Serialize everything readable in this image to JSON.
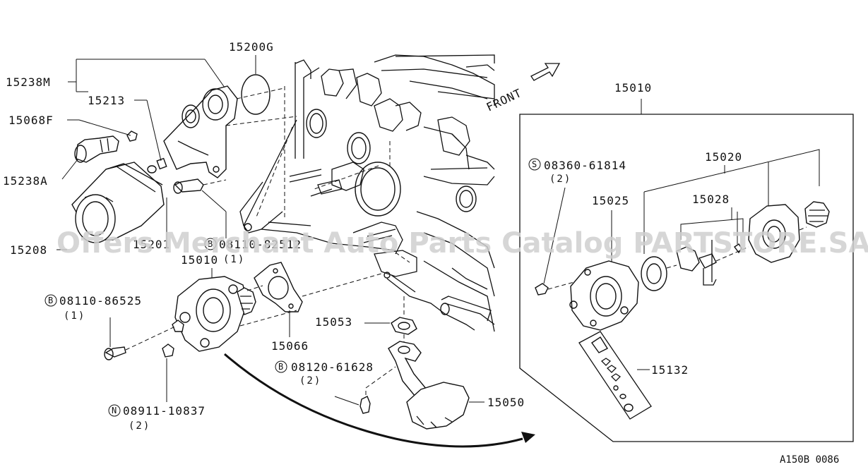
{
  "labels": {
    "p15200G": "15200G",
    "p15238M": "15238M",
    "p15213": "15213",
    "p15068F": "15068F",
    "p15238A": "15238A",
    "p15208": "15208",
    "p15201": "15201",
    "bolt08110_partial": "08110-82512",
    "bolt08110_partial_qty": "(1)",
    "p15010_left": "15010",
    "bolt08110": "08110-86525",
    "bolt08110_qty": "(1)",
    "p15066": "15066",
    "p15053": "15053",
    "bolt08120": "08120-61628",
    "bolt08120_qty": "(2)",
    "nut08911": "08911-10837",
    "nut08911_qty": "(2)",
    "p15050": "15050",
    "front": "FRONT",
    "p15010_right": "15010",
    "screw08360": "08360-61814",
    "screw08360_qty": "(2)",
    "p15020": "15020",
    "p15025": "15025",
    "p15028": "15028",
    "p15132": "15132",
    "code": "A150B 0086"
  },
  "prefix_symbols": {
    "b1": "B",
    "b2": "B",
    "b3": "B",
    "n": "N",
    "s": "S"
  },
  "watermark": "Offers Merchant Auto Parts Catalog PARTSTORE.SA"
}
